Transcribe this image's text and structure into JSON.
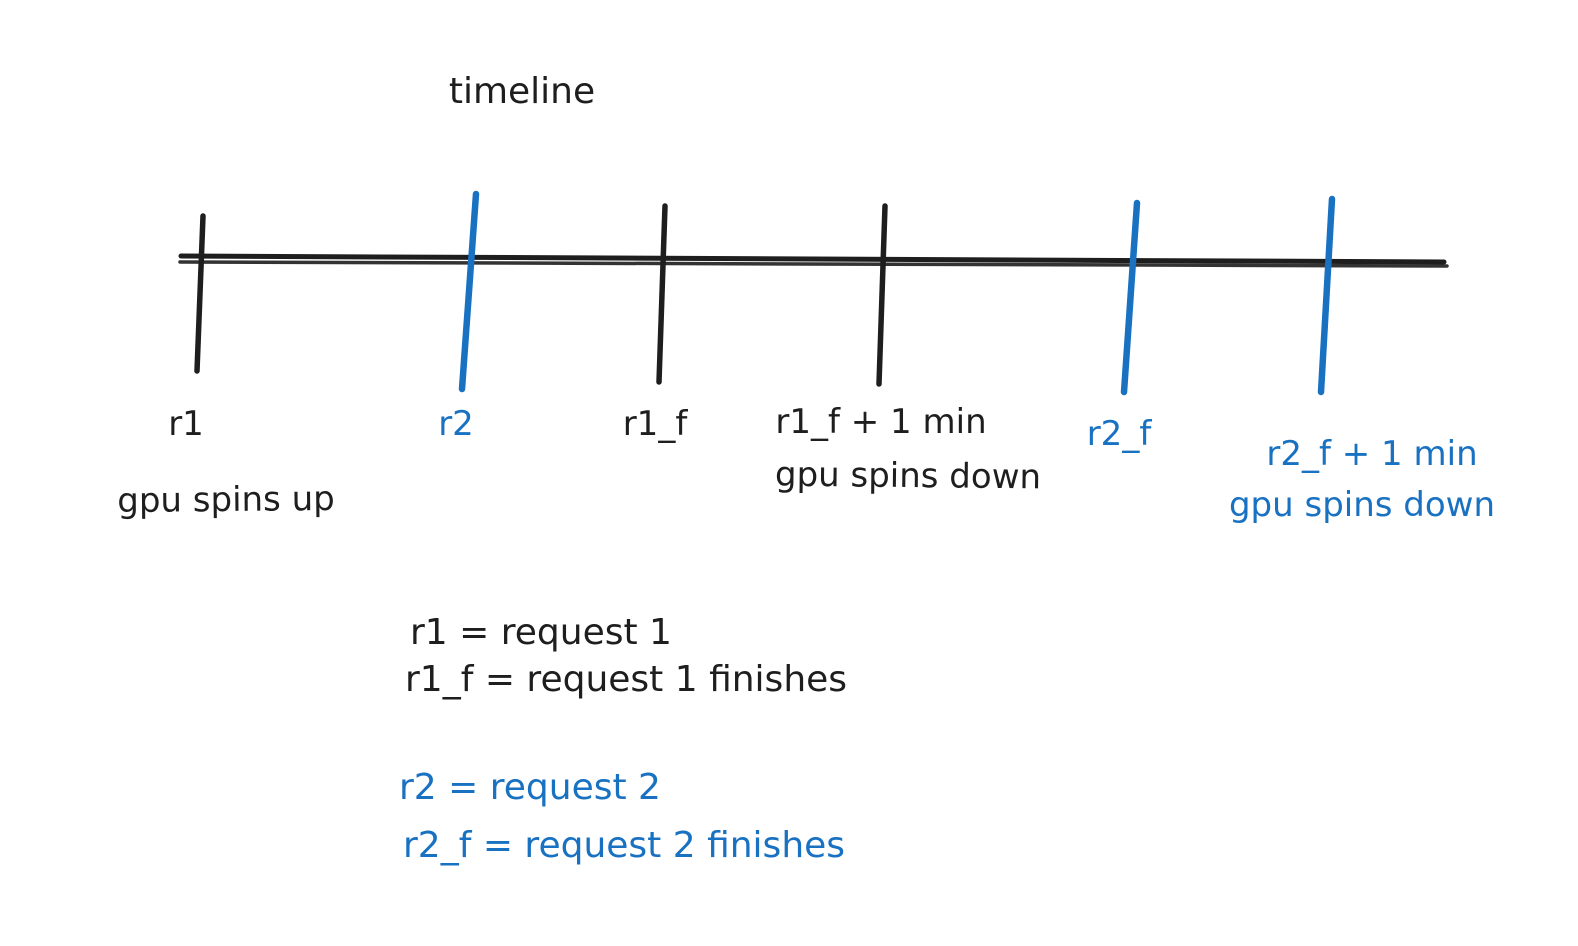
{
  "title": "timeline",
  "colors": {
    "ink": "#1e1e1e",
    "accent_blue": "#1971c2",
    "background": "#ffffff"
  },
  "timeline": {
    "ticks": [
      {
        "label": "r1",
        "sublabel": "gpu spins up",
        "color": "black"
      },
      {
        "label": "r2",
        "sublabel": "",
        "color": "blue"
      },
      {
        "label": "r1_f",
        "sublabel": "",
        "color": "black"
      },
      {
        "label": "r1_f + 1 min",
        "sublabel": "gpu spins down",
        "color": "black"
      },
      {
        "label": "r2_f",
        "sublabel": "",
        "color": "blue"
      },
      {
        "label": "r2_f + 1 min",
        "sublabel": "gpu spins down",
        "color": "blue"
      }
    ]
  },
  "legend": {
    "black": [
      "r1 = request 1",
      "r1_f = request 1 finishes"
    ],
    "blue": [
      "r2 = request 2",
      "r2_f = request 2 finishes"
    ]
  }
}
